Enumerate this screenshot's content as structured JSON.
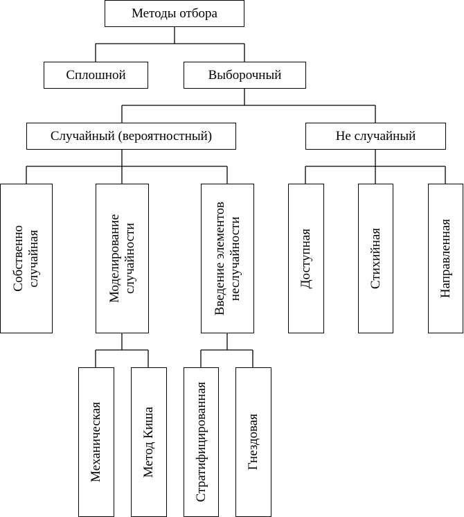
{
  "diagram": {
    "root": {
      "label": "Методы отбора"
    },
    "level1": {
      "continuous": {
        "label": "Сплошной"
      },
      "sample": {
        "label": "Выборочный"
      }
    },
    "level2": {
      "random": {
        "label": "Случайный (вероятностный)"
      },
      "nonrandom": {
        "label": "Не случайный"
      }
    },
    "random_children": [
      {
        "line1": "Собственно",
        "line2": "случайная"
      },
      {
        "line1": "Моделирование",
        "line2": "случайности"
      },
      {
        "line1": "Введение элементов",
        "line2": "неслучайности"
      }
    ],
    "nonrandom_children": [
      {
        "label": "Доступная"
      },
      {
        "label": "Стихийная"
      },
      {
        "label": "Направленная"
      }
    ],
    "modeling_children": [
      {
        "label": "Механическая"
      },
      {
        "label": "Метод Киша"
      }
    ],
    "nonrandomness_children": [
      {
        "label": "Стратифицированная"
      },
      {
        "label": "Гнездовая"
      }
    ]
  }
}
